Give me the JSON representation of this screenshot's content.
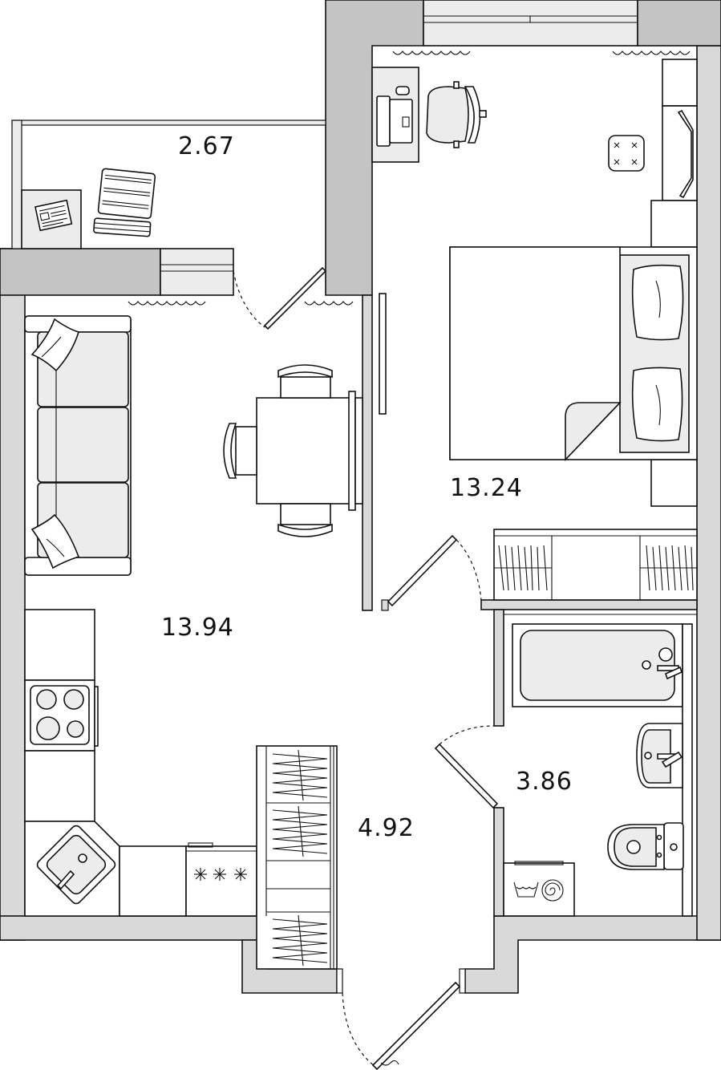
{
  "rooms": {
    "balcony": {
      "area": "2.67"
    },
    "living_kitchen": {
      "area": "13.94"
    },
    "bedroom": {
      "area": "13.24"
    },
    "hallway": {
      "area": "4.92"
    },
    "bathroom": {
      "area": "3.86"
    }
  },
  "colors": {
    "wall": "#d9d9d9",
    "column": "#c4c4c4",
    "furniture_fill": "#ececec",
    "line": "#111111",
    "floor": "#ffffff"
  }
}
